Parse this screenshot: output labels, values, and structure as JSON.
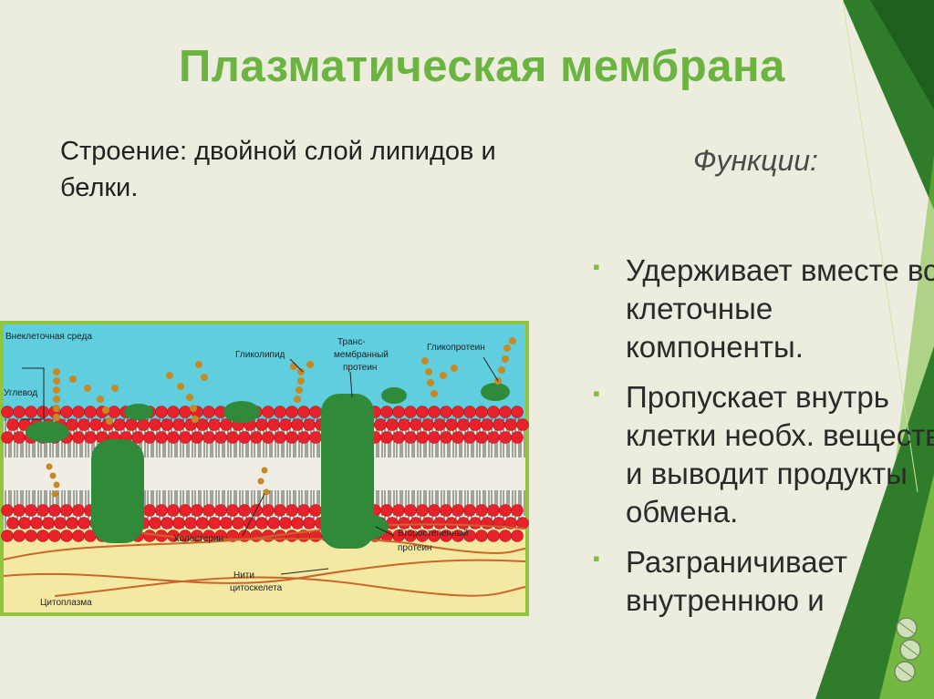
{
  "slide": {
    "title": "Плазматическая мембрана",
    "structure_text": "Строение: двойной слой липидов и белки.",
    "functions_heading": "Функции:",
    "functions": [
      "Удерживает вместе все клеточные компоненты.",
      "Пропускает внутрь клетки необх. вещества и выводит продукты обмена.",
      "Разграничивает внутреннюю и"
    ]
  },
  "diagram": {
    "labels": {
      "extracellular": "Внеклеточная среда",
      "carbohydrate": "Углевод",
      "glycolipid": "Гликолипид",
      "transmembrane_1": "Транс-",
      "transmembrane_2": "мембранный",
      "transmembrane_3": "протеин",
      "glycoprotein": "Гликопротеин",
      "cholesterol": "Холестерин",
      "peripheral_1": "Второстепенный",
      "peripheral_2": "протеин",
      "filaments_1": "Нити",
      "filaments_2": "цитоскелета",
      "cytoplasm": "Цитоплазма"
    }
  },
  "colors": {
    "title": "#6bb43f",
    "bullet": "#7cbf3a",
    "background": "#ececdf",
    "diagram_border": "#8fc63e",
    "extracellular": "#5fcfe0",
    "cytoplasm": "#f4e9a2",
    "lipid_head": "#e8222a",
    "protein": "#2f8a3a",
    "accent_dark_green": "#2f7d2a",
    "accent_light_green": "#8ccc4a"
  }
}
